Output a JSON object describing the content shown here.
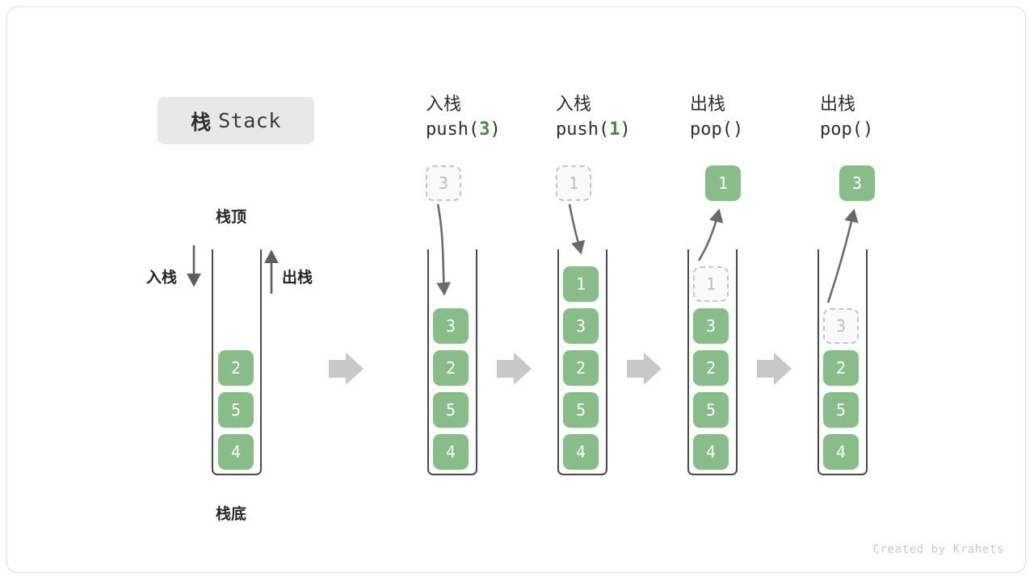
{
  "title": {
    "cn": "栈",
    "en": "Stack"
  },
  "labels": {
    "top": "栈顶",
    "bottom": "栈底",
    "push": "入栈",
    "pop": "出栈"
  },
  "footer": "Created by Krahets",
  "colors": {
    "cell_fill": "#88bd8a",
    "cell_text": "#ffffff",
    "ghost_fill": "#fafafa",
    "ghost_border": "#c4c4c4",
    "ghost_text": "#bdbdbd",
    "container_border": "#4a4a4a",
    "block_arrow": "#c8c8c8",
    "curve_arrow": "#6b6b6b",
    "accent_green": "#3f8f3f",
    "title_chip_bg": "#e8e8e8"
  },
  "stages": [
    {
      "id": "initial",
      "head_line1": "",
      "head_line2": "",
      "head_arg": "",
      "stack": [
        "2",
        "5",
        "4"
      ],
      "floating": null,
      "ghost": null,
      "direction": ""
    },
    {
      "id": "push-3",
      "head_line1": "入栈",
      "head_line2_prefix": "push(",
      "head_arg": "3",
      "head_line2_suffix": ")",
      "stack": [
        "3",
        "2",
        "5",
        "4"
      ],
      "floating": {
        "value": "3",
        "style": "ghost"
      },
      "ghost": null,
      "direction": "in"
    },
    {
      "id": "push-1",
      "head_line1": "入栈",
      "head_line2_prefix": "push(",
      "head_arg": "1",
      "head_line2_suffix": ")",
      "stack": [
        "1",
        "3",
        "2",
        "5",
        "4"
      ],
      "floating": {
        "value": "1",
        "style": "ghost"
      },
      "ghost": null,
      "direction": "in"
    },
    {
      "id": "pop-1",
      "head_line1": "出栈",
      "head_line2_prefix": "pop(",
      "head_arg": "",
      "head_line2_suffix": ")",
      "stack": [
        "3",
        "2",
        "5",
        "4"
      ],
      "floating": {
        "value": "1",
        "style": "filled"
      },
      "ghost": {
        "value": "1",
        "slot": 0
      },
      "direction": "out"
    },
    {
      "id": "pop-3",
      "head_line1": "出栈",
      "head_line2_prefix": "pop(",
      "head_arg": "",
      "head_line2_suffix": ")",
      "stack": [
        "2",
        "5",
        "4"
      ],
      "floating": {
        "value": "3",
        "style": "filled"
      },
      "ghost": {
        "value": "3",
        "slot": 1
      },
      "direction": "out"
    }
  ]
}
